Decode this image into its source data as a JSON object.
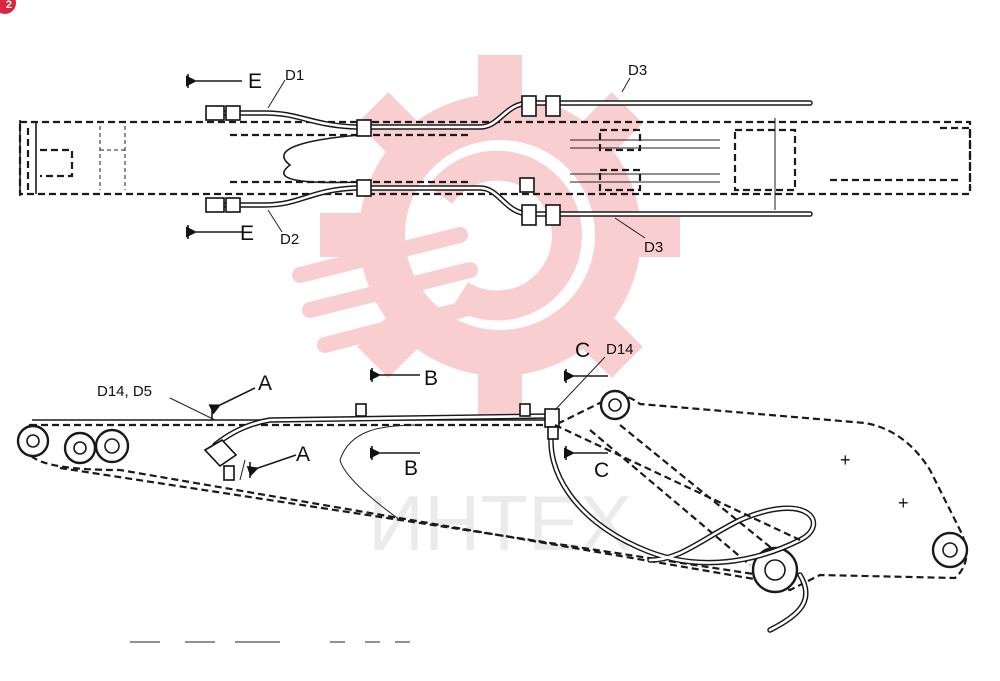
{
  "corner_badge": {
    "text": "2",
    "color": "#d7263d"
  },
  "watermark": {
    "text": "ИНТЕХ",
    "color": "#e8262d"
  },
  "top_view": {
    "labels": {
      "d1": "D1",
      "d2": "D2",
      "d3_upper": "D3",
      "d3_lower": "D3",
      "e_upper": "E",
      "e_lower": "E"
    }
  },
  "side_view": {
    "labels": {
      "d14_d5": "D14, D5",
      "a_upper": "A",
      "a_lower": "A",
      "b_upper": "B",
      "b_lower": "B",
      "c_upper": "C",
      "c_lower": "C",
      "d14": "D14"
    }
  }
}
